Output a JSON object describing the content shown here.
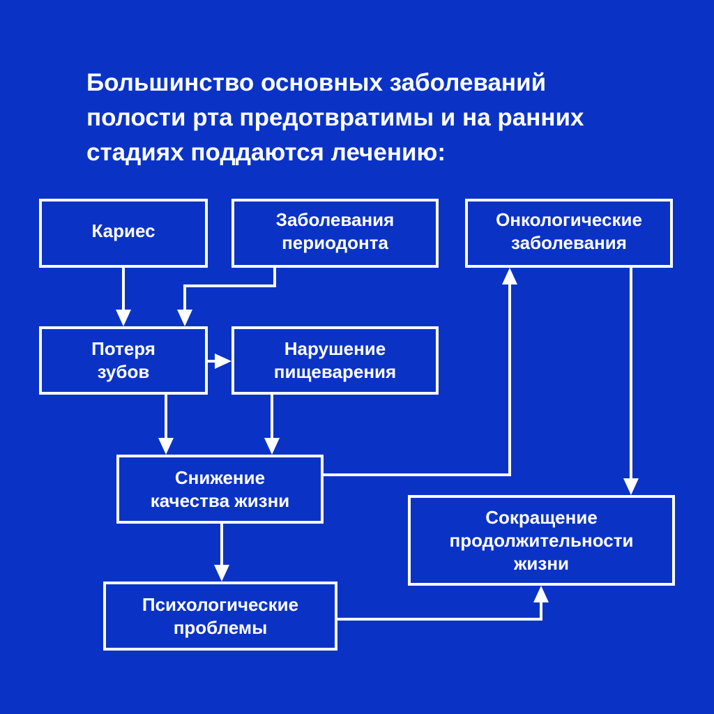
{
  "colors": {
    "background": "#0a33c6",
    "foreground": "#ffffff"
  },
  "heading": {
    "lines": [
      "Большинство основных заболеваний",
      "полости рта предотвратимы и на ранних",
      "стадиях поддаются лечению:"
    ]
  },
  "nodes": {
    "caries": {
      "lines": [
        "Кариес"
      ]
    },
    "periodontal": {
      "lines": [
        "Заболевания",
        "периодонта"
      ]
    },
    "oncology": {
      "lines": [
        "Онкологические",
        "заболевания"
      ]
    },
    "tooth_loss": {
      "lines": [
        "Потеря",
        "зубов"
      ]
    },
    "digestion": {
      "lines": [
        "Нарушение",
        "пищеварения"
      ]
    },
    "quality_of_life": {
      "lines": [
        "Снижение",
        "качества жизни"
      ]
    },
    "lifespan": {
      "lines": [
        "Сокращение",
        "продолжительности",
        "жизни"
      ]
    },
    "psychological": {
      "lines": [
        "Психологические",
        "проблемы"
      ]
    }
  },
  "edges": [
    {
      "from": "caries",
      "to": "tooth_loss"
    },
    {
      "from": "periodontal",
      "to": "tooth_loss"
    },
    {
      "from": "tooth_loss",
      "to": "digestion"
    },
    {
      "from": "tooth_loss",
      "to": "quality_of_life"
    },
    {
      "from": "digestion",
      "to": "quality_of_life"
    },
    {
      "from": "quality_of_life",
      "to": "oncology"
    },
    {
      "from": "oncology",
      "to": "lifespan"
    },
    {
      "from": "quality_of_life",
      "to": "psychological"
    },
    {
      "from": "psychological",
      "to": "lifespan"
    }
  ]
}
